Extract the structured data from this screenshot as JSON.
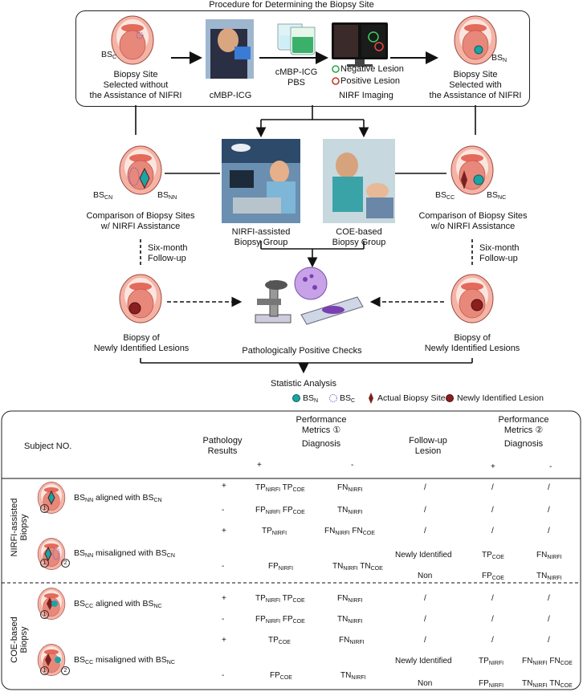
{
  "title": "Procedure for Determining the Biopsy Site",
  "top": {
    "bsc_label": "BS",
    "bsc_sub": "C",
    "bsn_label": "BS",
    "bsn_sub": "N",
    "left_caption": [
      "Biopsy Site",
      "Selected without",
      "the Assistance of NIFRI"
    ],
    "cmbp_caption": "cMBP-ICG",
    "reagent_caption": [
      "cMBP-ICG",
      "PBS"
    ],
    "neg_label": "Negative Lesion",
    "pos_label": "Positive Lesion",
    "nirf_caption": "NIRF Imaging",
    "right_caption": [
      "Biopsy Site",
      "Selected with",
      "the Assistance of NIFRI"
    ]
  },
  "middle": {
    "left_labels": {
      "a": "BS",
      "a_sub": "CN",
      "b": "BS",
      "b_sub": "NN"
    },
    "right_labels": {
      "a": "BS",
      "a_sub": "CC",
      "b": "BS",
      "b_sub": "NC"
    },
    "left_caption": [
      "Comparison of Biopsy Sites",
      "w/ NIRFI Assistance"
    ],
    "right_caption": [
      "Comparison of Biopsy Sites",
      "w/o NIRFI Assistance"
    ],
    "group1": [
      "NIRFI-assisted",
      "Biopsy Group"
    ],
    "group2": [
      "COE-based",
      "Biopsy Group"
    ],
    "followup_left": [
      "Six-month",
      "Follow-up"
    ],
    "followup_right": [
      "Six-month",
      "Follow-up"
    ],
    "biopsy_left": [
      "Biopsy of",
      "Newly Identified Lesions"
    ],
    "biopsy_right": [
      "Biopsy of",
      "Newly Identified Lesions"
    ],
    "path_checks": "Pathologically Positive Checks",
    "stat": "Statistic Analysis"
  },
  "legend": {
    "bsn": "BS",
    "bsn_sub": "N",
    "bsc": "BS",
    "bsc_sub": "C",
    "actual": "Actual Biopsy Site",
    "new": "Newly Identified Lesion"
  },
  "table": {
    "subject_header": "Subject NO.",
    "pathology_header": [
      "Pathology",
      "Results"
    ],
    "perf1_header": [
      "Performance",
      "Metrics ①"
    ],
    "diag_header": "Diagnosis",
    "followup_header": [
      "Follow-up",
      "Lesion"
    ],
    "perf2_header": [
      "Performance",
      "Metrics ②"
    ],
    "diag2_header": "Diagnosis",
    "plus": "+",
    "minus": "-",
    "group1_label": [
      "NIRFI-assisted",
      "Biopsy"
    ],
    "group2_label": [
      "COE-based",
      "Biopsy"
    ],
    "rows": {
      "r1_label": {
        "a": "BS",
        "a_sub": "NN",
        "mid": " aligned with ",
        "b": "BS",
        "b_sub": "CN"
      },
      "r2_label": {
        "a": "BS",
        "a_sub": "NN",
        "mid": " misaligned with ",
        "b": "BS",
        "b_sub": "CN"
      },
      "r3_label": {
        "a": "BS",
        "a_sub": "CC",
        "mid": " aligned with ",
        "b": "BS",
        "b_sub": "NC"
      },
      "r4_label": {
        "a": "BS",
        "a_sub": "CC",
        "mid": " misaligned with ",
        "b": "BS",
        "b_sub": "NC"
      }
    },
    "slash": "/",
    "newly_identified": "Newly Identified",
    "non": "Non",
    "m": {
      "TP": "TP",
      "FP": "FP",
      "TN": "TN",
      "FN": "FN",
      "NIRFI": "NIRFI",
      "COE": "COE"
    }
  }
}
